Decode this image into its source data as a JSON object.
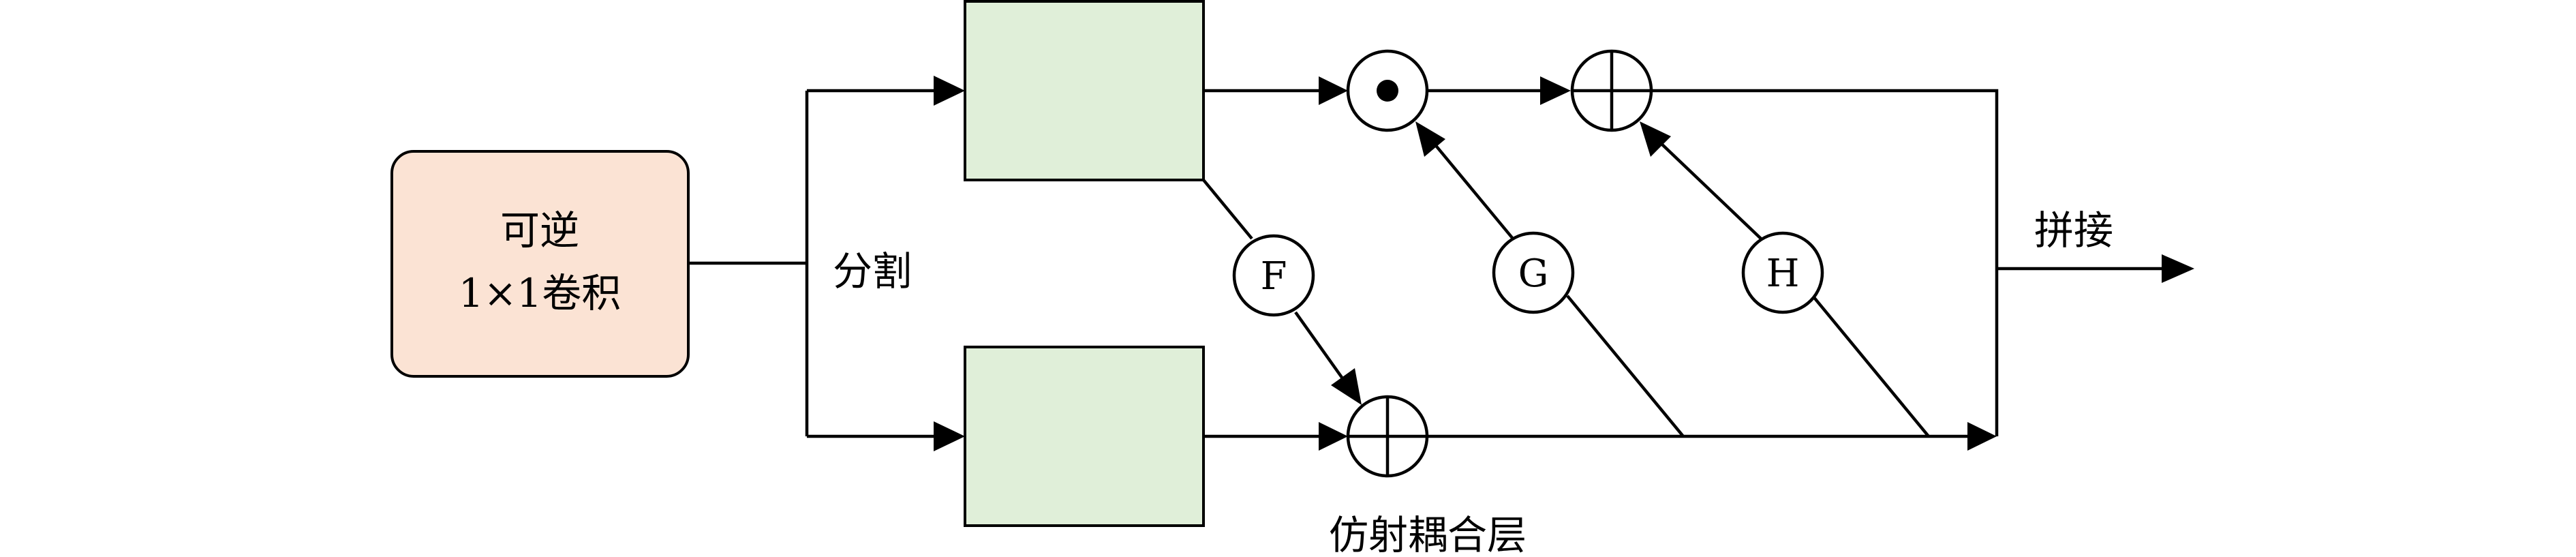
{
  "conv_block": {
    "line1": "可逆",
    "line2": "1×1卷积",
    "fill_color": "#fbe3d4"
  },
  "split_label": "分割",
  "concat_label": "拼接",
  "coupling_label": "仿射耦合层",
  "function_nodes": {
    "f": "F",
    "g": "G",
    "h": "H"
  },
  "operators": {
    "hadamard": "⊙ (element-wise product)",
    "add": "⊕ (addition)"
  },
  "block_fill_color": "#e0efd9"
}
